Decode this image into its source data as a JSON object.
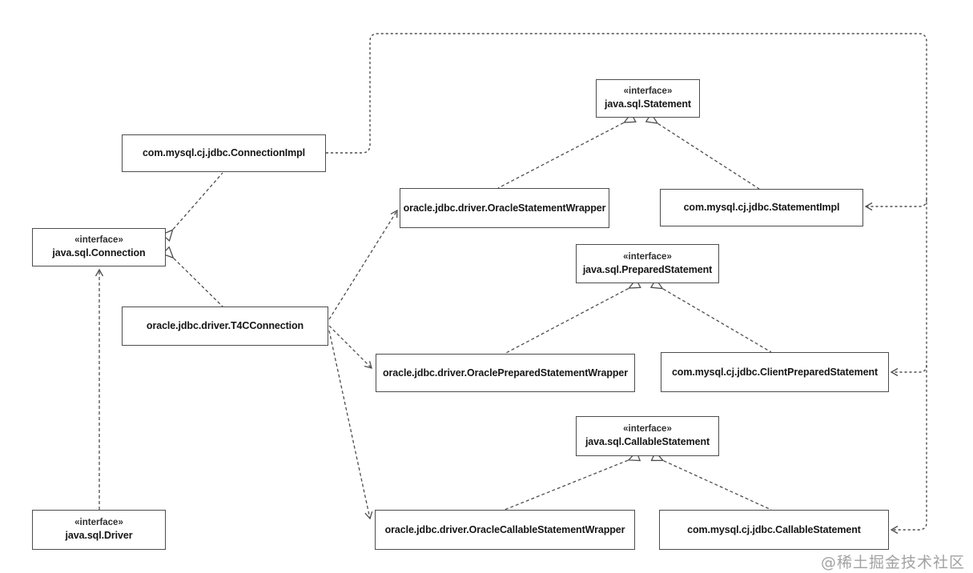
{
  "nodes": {
    "connection_impl": {
      "kind": "class",
      "label": "com.mysql.cj.jdbc.ConnectionImpl"
    },
    "connection_iface": {
      "kind": "interface",
      "stereotype": "«interface»",
      "label": "java.sql.Connection"
    },
    "t4c_connection": {
      "kind": "class",
      "label": "oracle.jdbc.driver.T4CConnection"
    },
    "driver_iface": {
      "kind": "interface",
      "stereotype": "«interface»",
      "label": "java.sql.Driver"
    },
    "statement_iface": {
      "kind": "interface",
      "stereotype": "«interface»",
      "label": "java.sql.Statement"
    },
    "oracle_statement_wrapper": {
      "kind": "class",
      "label": "oracle.jdbc.driver.OracleStatementWrapper"
    },
    "statement_impl": {
      "kind": "class",
      "label": "com.mysql.cj.jdbc.StatementImpl"
    },
    "prepared_statement_iface": {
      "kind": "interface",
      "stereotype": "«interface»",
      "label": "java.sql.PreparedStatement"
    },
    "oracle_prepared_statement_wrapper": {
      "kind": "class",
      "label": "oracle.jdbc.driver.OraclePreparedStatementWrapper"
    },
    "client_prepared_statement": {
      "kind": "class",
      "label": "com.mysql.cj.jdbc.ClientPreparedStatement"
    },
    "callable_statement_iface": {
      "kind": "interface",
      "stereotype": "«interface»",
      "label": "java.sql.CallableStatement"
    },
    "oracle_callable_statement_wrapper": {
      "kind": "class",
      "label": "oracle.jdbc.driver.OracleCallableStatementWrapper"
    },
    "mysql_callable_statement": {
      "kind": "class",
      "label": "com.mysql.cj.jdbc.CallableStatement"
    }
  },
  "edges": [
    {
      "from": "com.mysql.cj.jdbc.ConnectionImpl",
      "to": "java.sql.Connection",
      "type": "realization"
    },
    {
      "from": "oracle.jdbc.driver.T4CConnection",
      "to": "java.sql.Connection",
      "type": "realization"
    },
    {
      "from": "oracle.jdbc.driver.OracleStatementWrapper",
      "to": "java.sql.Statement",
      "type": "realization"
    },
    {
      "from": "com.mysql.cj.jdbc.StatementImpl",
      "to": "java.sql.Statement",
      "type": "realization"
    },
    {
      "from": "oracle.jdbc.driver.OraclePreparedStatementWrapper",
      "to": "java.sql.PreparedStatement",
      "type": "realization"
    },
    {
      "from": "com.mysql.cj.jdbc.ClientPreparedStatement",
      "to": "java.sql.PreparedStatement",
      "type": "realization"
    },
    {
      "from": "oracle.jdbc.driver.OracleCallableStatementWrapper",
      "to": "java.sql.CallableStatement",
      "type": "realization"
    },
    {
      "from": "com.mysql.cj.jdbc.CallableStatement",
      "to": "java.sql.CallableStatement",
      "type": "realization"
    },
    {
      "from": "java.sql.Driver",
      "to": "java.sql.Connection",
      "type": "dependency"
    },
    {
      "from": "oracle.jdbc.driver.T4CConnection",
      "to": "oracle.jdbc.driver.OracleStatementWrapper",
      "type": "dependency"
    },
    {
      "from": "oracle.jdbc.driver.T4CConnection",
      "to": "oracle.jdbc.driver.OraclePreparedStatementWrapper",
      "type": "dependency"
    },
    {
      "from": "oracle.jdbc.driver.T4CConnection",
      "to": "oracle.jdbc.driver.OracleCallableStatementWrapper",
      "type": "dependency"
    },
    {
      "from": "com.mysql.cj.jdbc.ConnectionImpl",
      "to": "com.mysql.cj.jdbc.StatementImpl",
      "type": "dependency"
    },
    {
      "from": "com.mysql.cj.jdbc.ConnectionImpl",
      "to": "com.mysql.cj.jdbc.ClientPreparedStatement",
      "type": "dependency"
    },
    {
      "from": "com.mysql.cj.jdbc.ConnectionImpl",
      "to": "com.mysql.cj.jdbc.CallableStatement",
      "type": "dependency"
    }
  ],
  "colors": {
    "background": "#ffffff",
    "line": "#4d4d4d",
    "box_border": "#4d4d4d",
    "text": "#161616",
    "watermark": "#a2a2a2"
  },
  "watermark": "@稀土掘金技术社区"
}
